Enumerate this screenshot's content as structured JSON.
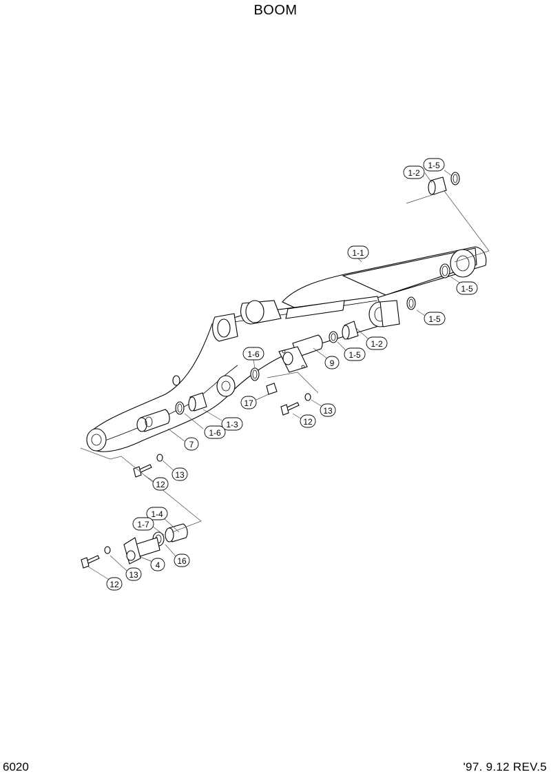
{
  "title": "BOOM",
  "page_number": "6020",
  "revision": "'97. 9.12  REV.5",
  "callouts": [
    "1-5",
    "1-2",
    "1-1",
    "1-5",
    "1-5",
    "1-2",
    "1-5",
    "1-6",
    "9",
    "17",
    "13",
    "12",
    "1-3",
    "1-6",
    "7",
    "13",
    "12",
    "1-4",
    "1-7",
    "16",
    "4",
    "13",
    "12"
  ]
}
